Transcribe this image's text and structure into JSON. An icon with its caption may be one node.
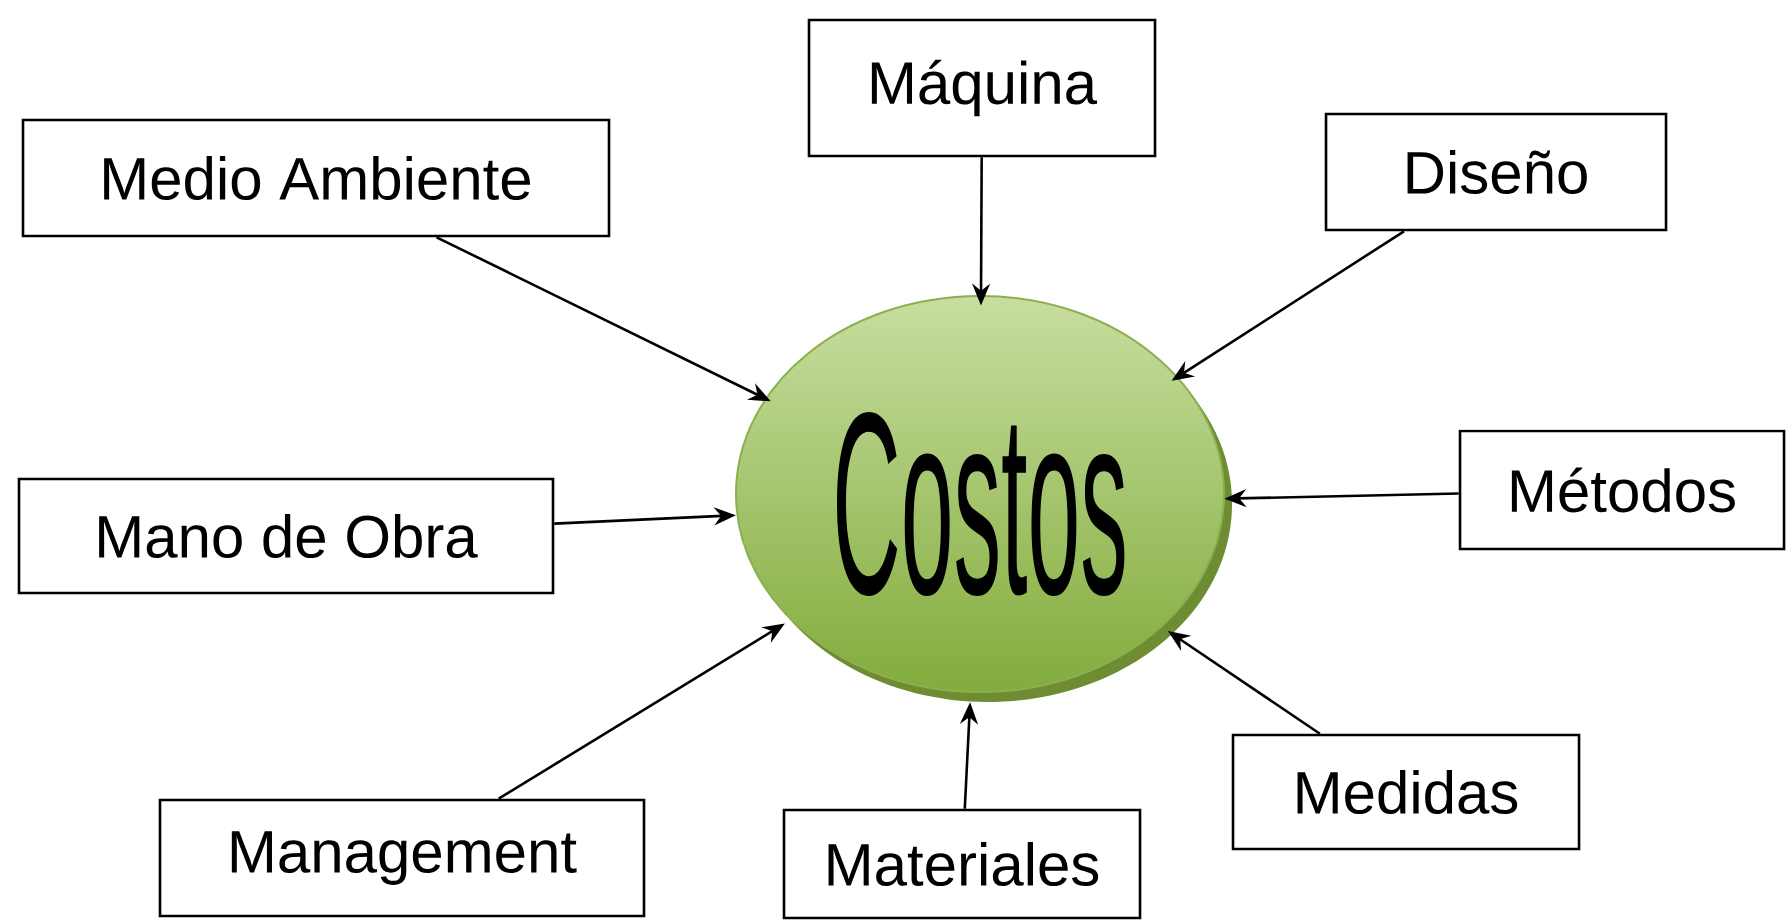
{
  "diagram": {
    "nodes": [
      {
        "text": [
          "Máquina"
        ]
      },
      {
        "text": [
          "Medio Ambiente"
        ]
      },
      {
        "text": [
          "Diseño"
        ]
      },
      {
        "text": [
          "Costos"
        ]
      },
      {
        "text": [
          "Métodos"
        ]
      },
      {
        "text": [
          "Mano de Obra"
        ]
      },
      {
        "text": [
          "Medidas"
        ]
      },
      {
        "text": [
          "Management"
        ]
      },
      {
        "text": [
          "Materiales"
        ]
      }
    ],
    "edges": [
      {
        "from": 0,
        "to": 3,
        "arrow": "to"
      },
      {
        "from": 1,
        "to": 3,
        "arrow": "to"
      },
      {
        "from": 2,
        "to": 3,
        "arrow": "to"
      },
      {
        "from": 4,
        "to": 3,
        "arrow": "to"
      },
      {
        "from": 5,
        "to": 3,
        "arrow": "to"
      },
      {
        "from": 6,
        "to": 3,
        "arrow": "to"
      },
      {
        "from": 7,
        "to": 3,
        "arrow": "to"
      },
      {
        "from": 8,
        "to": 3,
        "arrow": "to"
      }
    ]
  }
}
